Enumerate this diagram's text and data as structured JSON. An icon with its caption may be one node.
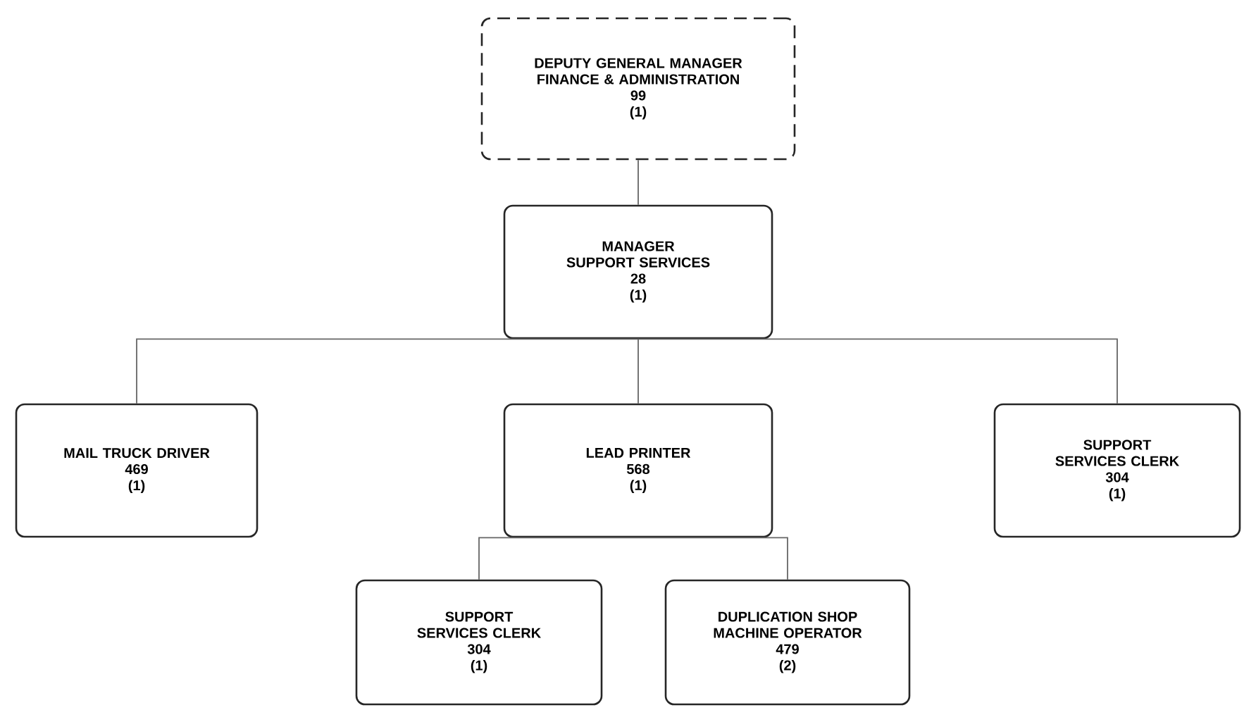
{
  "diagram": {
    "nodes": [
      {
        "text": [
          "DEPUTY GENERAL MANAGER FINANCE & ADMINISTRATION",
          "99",
          "(1)"
        ]
      },
      {
        "text": [
          "MANAGER SUPPORT SERVICES",
          "28",
          "(1)"
        ]
      },
      {
        "text": [
          "MAIL TRUCK DRIVER",
          "469",
          "(1)"
        ]
      },
      {
        "text": [
          "LEAD PRINTER",
          "568",
          "(1)"
        ]
      },
      {
        "text": [
          "SUPPORT SERVICES CLERK",
          "304",
          "(1)"
        ]
      },
      {
        "text": [
          "SUPPORT SERVICES CLERK",
          "304",
          "(1)"
        ]
      },
      {
        "text": [
          "DUPLICATION SHOP MACHINE OPERATOR",
          "479",
          "(2)"
        ]
      }
    ],
    "edges": [
      {
        "from": 0,
        "to": 1,
        "arrow": "none"
      },
      {
        "from": 1,
        "to": 2,
        "arrow": "none"
      },
      {
        "from": 1,
        "to": 3,
        "arrow": "none"
      },
      {
        "from": 1,
        "to": 4,
        "arrow": "none"
      },
      {
        "from": 3,
        "to": 5,
        "arrow": "none"
      },
      {
        "from": 3,
        "to": 6,
        "arrow": "none"
      }
    ]
  }
}
